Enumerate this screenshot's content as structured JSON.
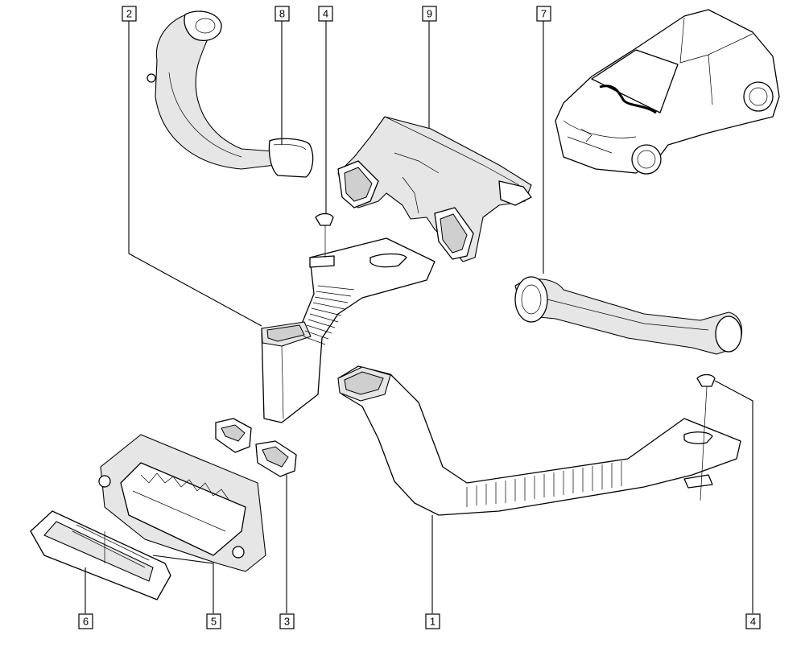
{
  "callouts": [
    {
      "id": "c2",
      "label": "2"
    },
    {
      "id": "c8",
      "label": "8"
    },
    {
      "id": "c4a",
      "label": "4"
    },
    {
      "id": "c9",
      "label": "9"
    },
    {
      "id": "c7",
      "label": "7"
    },
    {
      "id": "c6",
      "label": "6"
    },
    {
      "id": "c5",
      "label": "5"
    },
    {
      "id": "c3",
      "label": "3"
    },
    {
      "id": "c1",
      "label": "1"
    },
    {
      "id": "c4b",
      "label": "4"
    }
  ]
}
